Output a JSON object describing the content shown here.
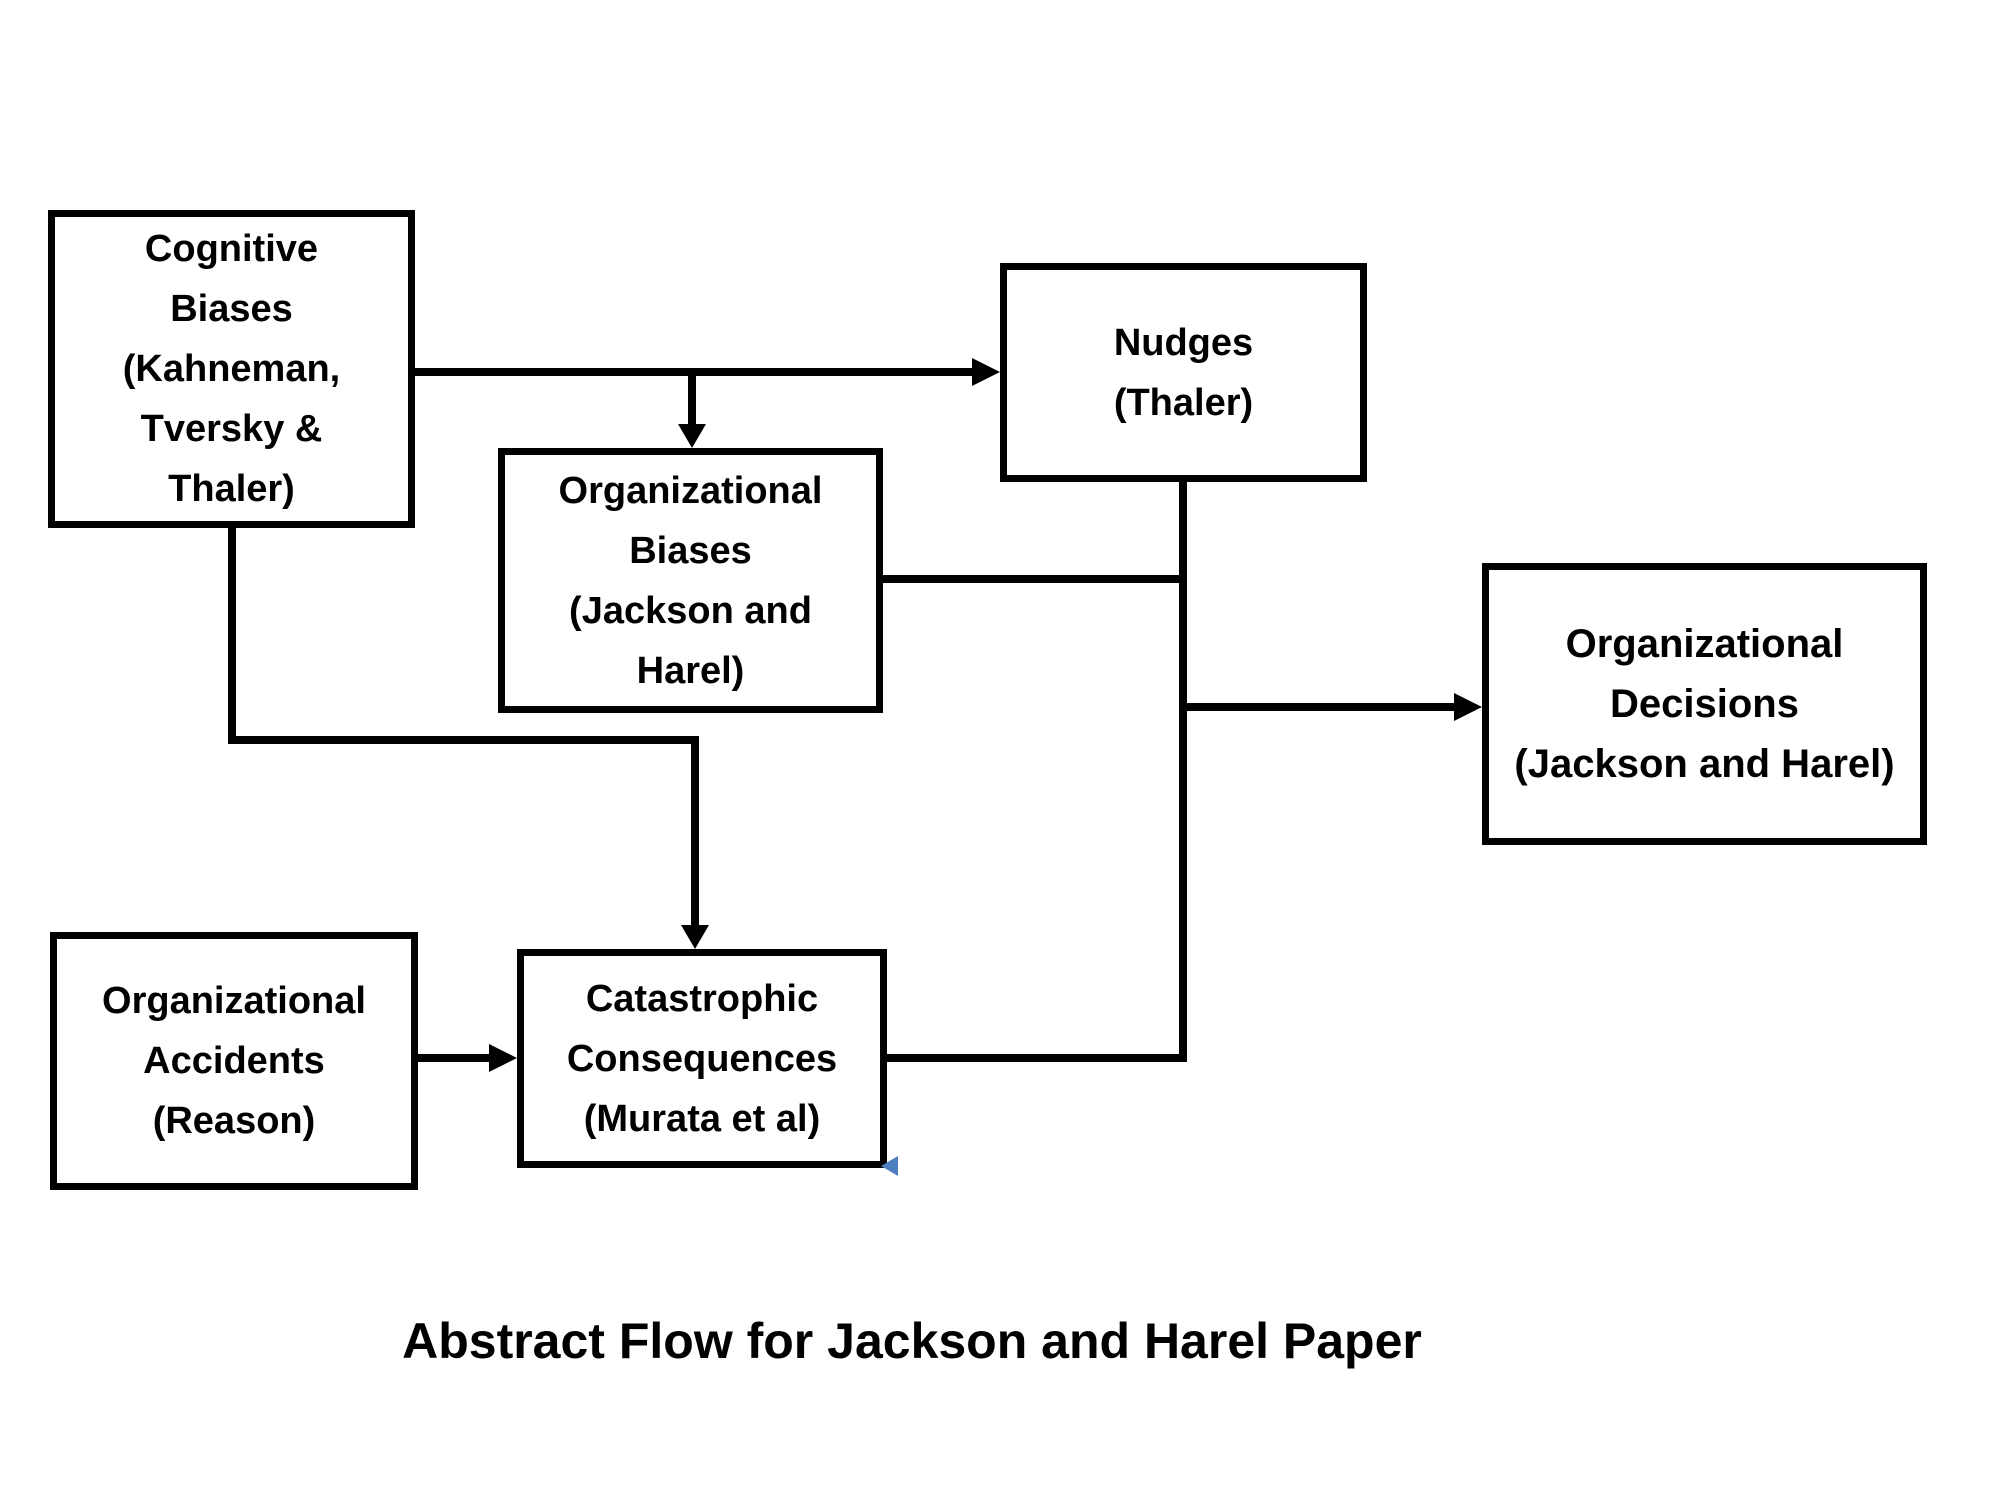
{
  "title": "Abstract Flow for Jackson and Harel Paper",
  "colors": {
    "background": "#ffffff",
    "line": "#000000",
    "text": "#000000",
    "selection_marker_blue": "#4d7ebf"
  },
  "nodes": {
    "cognitive_biases": {
      "label": "Cognitive\nBiases\n(Kahneman,\nTversky &\nThaler)"
    },
    "nudges": {
      "label": "Nudges\n(Thaler)"
    },
    "organizational_biases": {
      "label": "Organizational\nBiases\n(Jackson and\nHarel)"
    },
    "organizational_decisions": {
      "label": "Organizational\nDecisions\n(Jackson and Harel)"
    },
    "organizational_accidents": {
      "label": "Organizational\nAccidents\n(Reason)"
    },
    "catastrophic_consequences": {
      "label": "Catastrophic\nConsequences\n(Murata et al)"
    }
  },
  "edges": [
    {
      "from": "cognitive_biases",
      "to": "nudges",
      "style": "arrow"
    },
    {
      "from": "cognitive_biases",
      "to": "organizational_biases",
      "style": "arrow-branch"
    },
    {
      "from": "cognitive_biases",
      "to": "catastrophic_consequences",
      "style": "arrow"
    },
    {
      "from": "organizational_accidents",
      "to": "catastrophic_consequences",
      "style": "arrow"
    },
    {
      "from": "nudges",
      "to": "organizational_decisions",
      "style": "arrow-via-bus"
    },
    {
      "from": "organizational_biases",
      "to": "organizational_decisions",
      "style": "join-bus"
    },
    {
      "from": "catastrophic_consequences",
      "to": "organizational_decisions",
      "style": "join-bus"
    }
  ]
}
